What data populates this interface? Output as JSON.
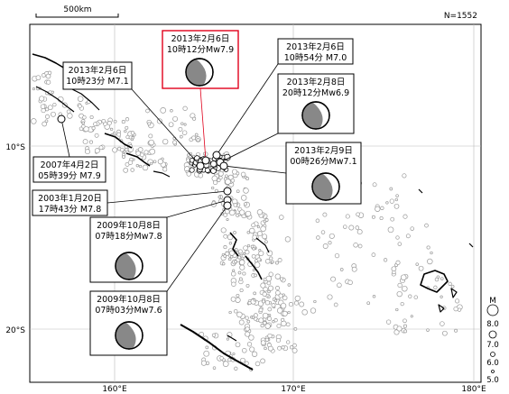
{
  "scale_bar": {
    "label": "500km"
  },
  "count": {
    "label": "N=1552"
  },
  "lat_labels": [
    "10°S",
    "20°S"
  ],
  "lon_labels": [
    "160°E",
    "170°E",
    "180°E"
  ],
  "magnitude_legend": {
    "title": "M",
    "values": [
      "8.0",
      "7.0",
      "6.0",
      "5.0"
    ]
  },
  "events": [
    {
      "id": "ev-2013-02-06-1012",
      "line1": "2013年2月6日",
      "line2": "10時12分Mw7.9",
      "mechanism": true,
      "highlight": true
    },
    {
      "id": "ev-2013-02-06-1023",
      "line1": "2013年2月6日",
      "line2": "10時23分 M7.1",
      "mechanism": false,
      "highlight": false
    },
    {
      "id": "ev-2013-02-06-1054",
      "line1": "2013年2月6日",
      "line2": "10時54分 M7.0",
      "mechanism": false,
      "highlight": false
    },
    {
      "id": "ev-2013-02-08-2012",
      "line1": "2013年2月8日",
      "line2": "20時12分Mw6.9",
      "mechanism": true,
      "highlight": false
    },
    {
      "id": "ev-2013-02-09-0026",
      "line1": "2013年2月9日",
      "line2": "00時26分Mw7.1",
      "mechanism": true,
      "highlight": false
    },
    {
      "id": "ev-2007-04-02-0539",
      "line1": "2007年4月2日",
      "line2": "05時39分 M7.9",
      "mechanism": false,
      "highlight": false
    },
    {
      "id": "ev-2003-01-20-1743",
      "line1": "2003年1月20日",
      "line2": "17時43分 M7.8",
      "mechanism": false,
      "highlight": false
    },
    {
      "id": "ev-2009-10-08-0718",
      "line1": "2009年10月8日",
      "line2": "07時18分Mw7.8",
      "mechanism": true,
      "highlight": false
    },
    {
      "id": "ev-2009-10-08-0703",
      "line1": "2009年10月8日",
      "line2": "07時03分Mw7.6",
      "mechanism": true,
      "highlight": false
    }
  ]
}
